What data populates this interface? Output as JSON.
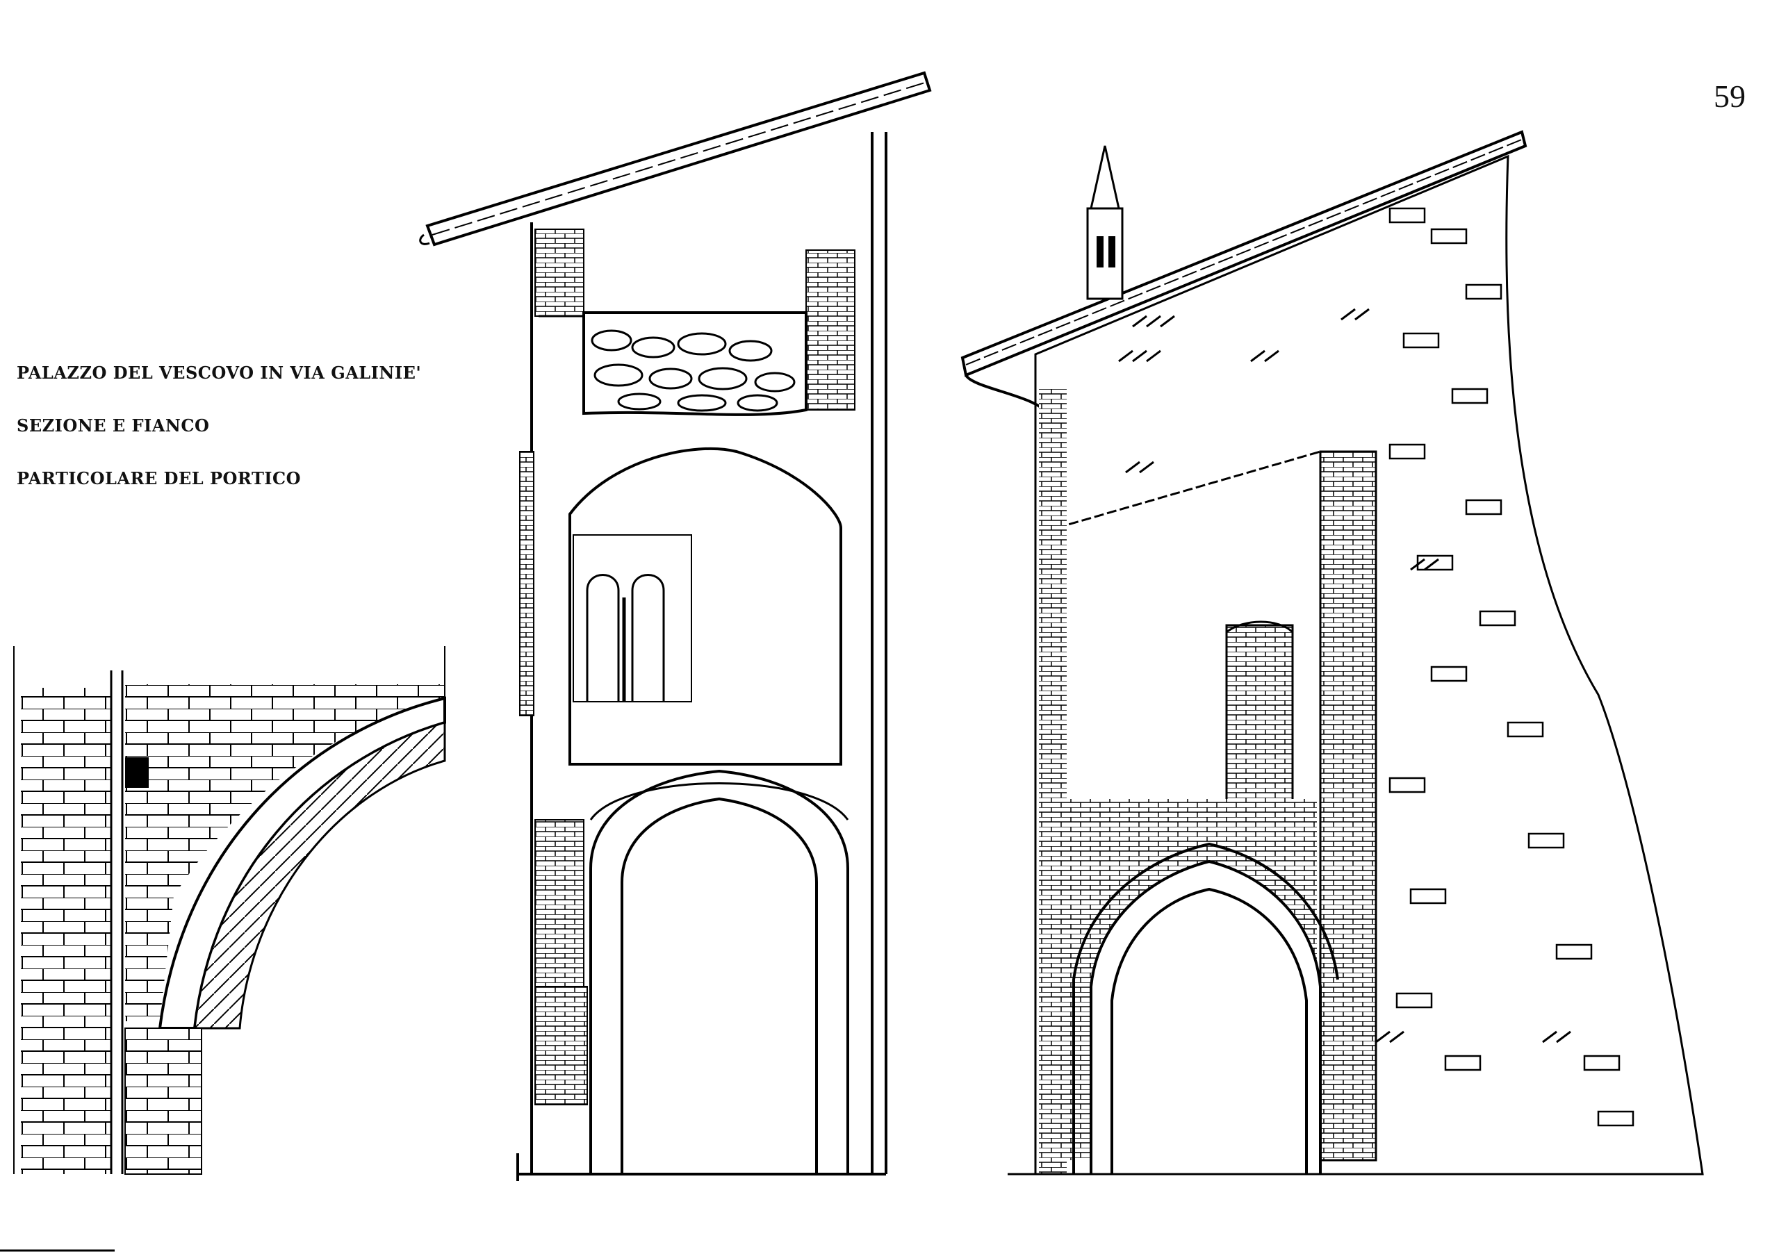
{
  "captions": {
    "title": "PALAZZO DEL VESCOVO IN VIA GALINIE'",
    "line2": "SEZIONE E FIANCO",
    "line3": "PARTICOLARE DEL PORTICO"
  },
  "page_number": "59",
  "colors": {
    "ink": "#000000",
    "paper": "#ffffff"
  }
}
